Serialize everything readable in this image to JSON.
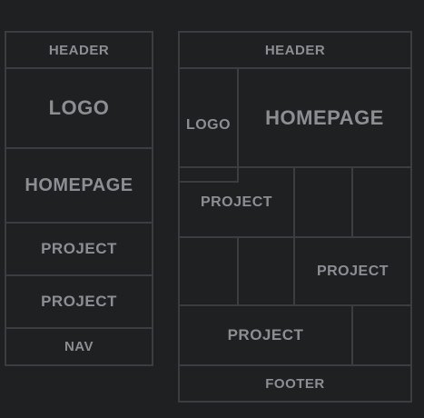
{
  "mobile_layout": {
    "header": "HEADER",
    "logo": "LOGO",
    "homepage": "HOMEPAGE",
    "project_1": "PROJECT",
    "project_2": "PROJECT",
    "nav": "NAV"
  },
  "desktop_layout": {
    "header": "HEADER",
    "logo": "LOGO",
    "homepage": "HOMEPAGE",
    "project_1": "PROJECT",
    "project_2": "PROJECT",
    "project_3": "PROJECT",
    "footer": "FOOTER",
    "empty_cells": [
      "",
      "",
      "",
      "",
      ""
    ]
  },
  "colors": {
    "background": "#1f2022",
    "border": "#3b3d40",
    "text": "#8b8e93"
  }
}
